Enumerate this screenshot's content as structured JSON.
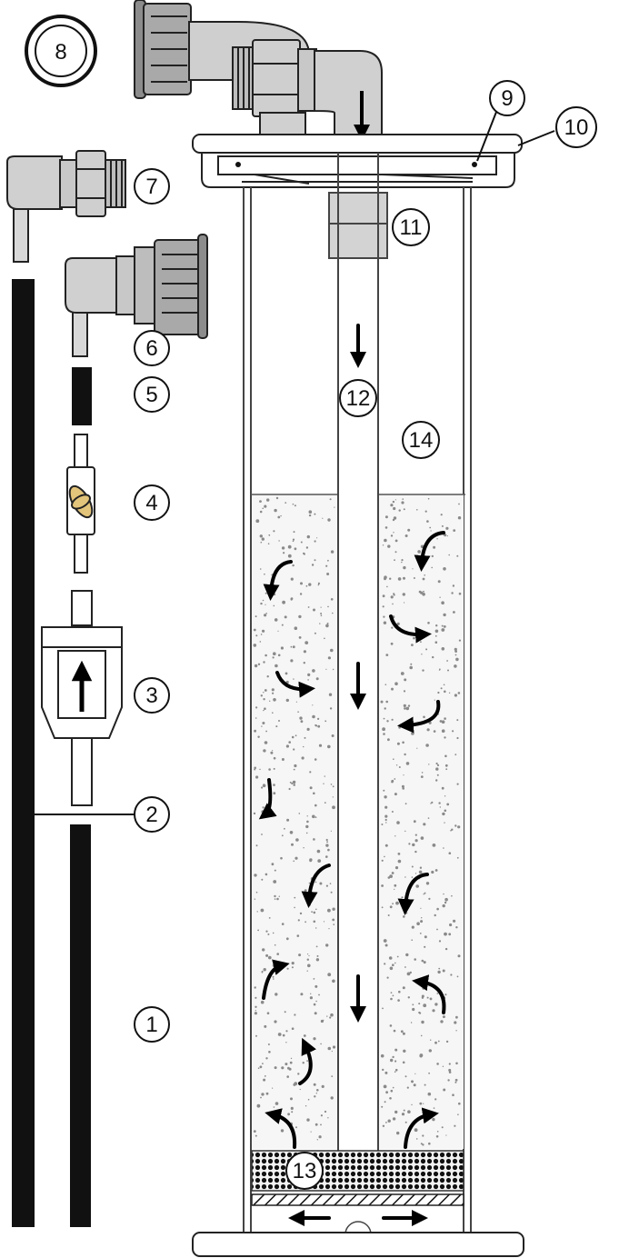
{
  "colors": {
    "part_gray": "#d3d3d3",
    "part_gray_dark": "#a9a9a9",
    "cap_dark": "#8c8c8c",
    "outline": "#222222",
    "hose": "#111111",
    "media_dot": "#8a8a8a",
    "valve": "#e2c47a"
  },
  "icons": {
    "flow_down": "arrow-down-icon",
    "flow_curl": "curved-arrow-icon",
    "flow_side": "arrow-horizontal-icon"
  },
  "callouts": [
    "1",
    "2",
    "3",
    "4",
    "5",
    "6",
    "7",
    "8",
    "9",
    "10",
    "11",
    "12",
    "13",
    "14"
  ]
}
